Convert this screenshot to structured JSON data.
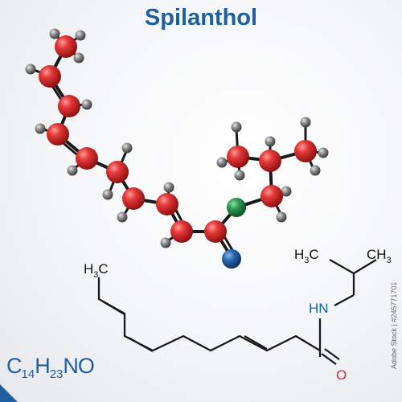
{
  "title": "Spilanthol",
  "formula": {
    "c": "C",
    "c_n": "14",
    "h": "H",
    "h_n": "23",
    "rest": "NO"
  },
  "stock_id": "Adobe Stock | #245771701",
  "labels": {
    "ch3_left": {
      "main": "H",
      "sub": "3",
      "tail": "C"
    },
    "ch3_top_left": {
      "main": "H",
      "sub": "3",
      "tail": "C"
    },
    "ch3_top_right": {
      "main": "CH",
      "sub": "3"
    },
    "nh": "HN",
    "o": "O"
  },
  "colors": {
    "title": "#1e5fa0",
    "carbon": "#d42a2a",
    "hydrogen": "#6f6f6f",
    "nitrogen": "#2a8a4a",
    "oxygen": "#1e5fa0",
    "bond": "#1a1a1a"
  }
}
